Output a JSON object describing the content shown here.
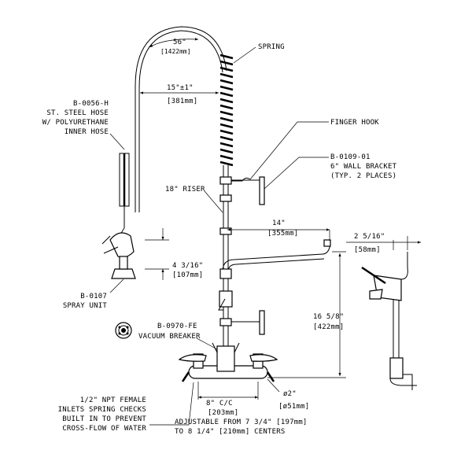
{
  "labels": {
    "hose_length": "56\"",
    "hose_length_mm": "[1422mm]",
    "spring": "SPRING",
    "height_dim": "15\"±1\"",
    "height_dim_mm": "[381mm]",
    "hose_part": [
      "B-0056-H",
      "ST. STEEL HOSE",
      "W/ POLYURETHANE",
      "INNER HOSE"
    ],
    "finger_hook": "FINGER HOOK",
    "wall_bracket": [
      "B-0109-01",
      "6\" WALL BRACKET",
      "(TYP. 2 PLACES)"
    ],
    "riser": "18\" RISER",
    "spout_length": "14\"",
    "spout_length_mm": "[355mm]",
    "side_dim": "2 5/16\"",
    "side_dim_mm": "[58mm]",
    "spray_height": "4 3/16\"",
    "spray_height_mm": "[107mm]",
    "spray_unit": [
      "B-0107",
      "SPRAY UNIT"
    ],
    "vacuum_breaker": [
      "B-0970-FE",
      "VACUUM BREAKER"
    ],
    "total_height": "16 5/8\"",
    "total_height_mm": "[422mm]",
    "center_dim": "8\" C/C",
    "center_dim_mm": "[203mm]",
    "diameter": "ø2\"",
    "diameter_mm": "[ø51mm]",
    "inlets_note": [
      "1/2\" NPT FEMALE",
      "INLETS SPRING CHECKS",
      "BUILT IN TO PREVENT",
      "CROSS-FLOW OF WATER"
    ],
    "adjustable_note": [
      "ADJUSTABLE FROM 7 3/4\" [197mm]",
      "TO 8 1/4\" [210mm] CENTERS"
    ]
  }
}
